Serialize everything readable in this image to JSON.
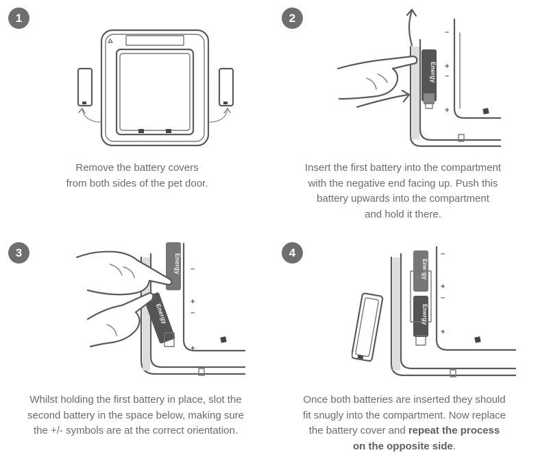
{
  "steps": [
    {
      "number": "1",
      "caption_lines": [
        "Remove the battery covers",
        "from both sides of the pet door."
      ]
    },
    {
      "number": "2",
      "caption_lines": [
        "Insert the first battery into the compartment",
        "with the negative end facing up. Push this",
        "battery upwards into the compartment",
        "and hold it there."
      ]
    },
    {
      "number": "3",
      "caption_lines": [
        "Whilst holding the first battery in place, slot the",
        "second battery in the space below, making sure",
        "the +/- symbols are at the correct orientation."
      ]
    },
    {
      "number": "4",
      "caption_lines": [
        "Once both batteries are inserted they should",
        "fit snugly into the compartment. Now replace"
      ],
      "caption_line3_a": "the battery cover and ",
      "caption_line3_b": "repeat the process",
      "caption_line4_a": "on the opposite side",
      "caption_line4_b": "."
    }
  ],
  "battery_label": "Energy",
  "plus_symbol": "+",
  "minus_symbol": "–",
  "icons": [
    "curved-arrow-icon",
    "up-arrow-icon",
    "hand-icon",
    "battery-icon",
    "battery-cover-icon",
    "pet-door-icon"
  ],
  "colors": {
    "badge": "#6e6e6e",
    "text": "#6b6b6b",
    "line": "#5a5a5a"
  }
}
